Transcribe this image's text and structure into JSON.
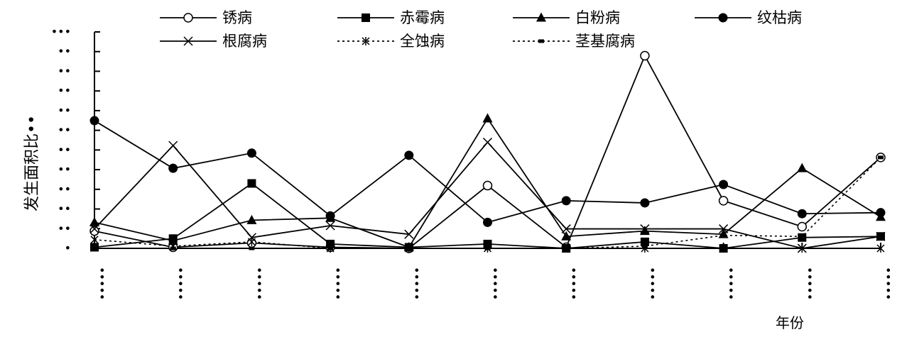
{
  "chart_data": {
    "type": "line",
    "xlabel": "年份",
    "ylabel": "发生面积比••",
    "x": [
      1,
      2,
      3,
      4,
      5,
      6,
      7,
      8,
      9,
      10,
      11
    ],
    "x_tick_labels": [
      "•••••",
      "•••••",
      "•••••",
      "•••••",
      "•••••",
      "•••••",
      "•••••",
      "•••••",
      "•••••",
      "•••••",
      "•••••"
    ],
    "y_tick_labels": [
      "•",
      "••",
      "••",
      "••",
      "••",
      "••",
      "••",
      "••",
      "••",
      "••",
      "••",
      "•••"
    ],
    "ylim": [
      0,
      10
    ],
    "legend_position": "top",
    "series": [
      {
        "name": "锈病",
        "marker": "open-circle",
        "dash": "solid",
        "values": [
          0.8,
          0.05,
          0.25,
          0.05,
          0.0,
          2.9,
          0.05,
          8.9,
          2.2,
          1.0,
          4.2
        ]
      },
      {
        "name": "赤霉病",
        "marker": "filled-square",
        "dash": "solid",
        "values": [
          0.05,
          0.45,
          3.0,
          0.2,
          0.05,
          0.2,
          0.0,
          0.3,
          0.0,
          0.5,
          0.55
        ]
      },
      {
        "name": "白粉病",
        "marker": "filled-triangle",
        "dash": "solid",
        "values": [
          1.2,
          0.35,
          1.3,
          1.4,
          0.05,
          6.0,
          0.55,
          0.8,
          0.65,
          3.7,
          1.45
        ]
      },
      {
        "name": "纹枯病",
        "marker": "filled-circle",
        "dash": "solid",
        "values": [
          5.9,
          3.7,
          4.4,
          1.5,
          4.3,
          1.2,
          2.2,
          2.1,
          2.95,
          1.6,
          1.65
        ]
      },
      {
        "name": "根腐病",
        "marker": "x",
        "dash": "solid",
        "values": [
          0.9,
          4.75,
          0.5,
          1.05,
          0.65,
          4.9,
          0.9,
          0.9,
          0.9,
          0.0,
          0.55
        ]
      },
      {
        "name": "全蚀病",
        "marker": "asterisk",
        "dash": "dotted",
        "values": [
          0.4,
          0.1,
          0.3,
          0.0,
          0.0,
          0.0,
          0.0,
          0.0,
          0.0,
          0.0,
          0.0
        ]
      },
      {
        "name": "茎基腐病",
        "marker": "small-dash",
        "dash": "dotted",
        "values": [
          0.0,
          0.0,
          0.0,
          0.0,
          0.0,
          0.0,
          0.0,
          0.1,
          0.6,
          0.55,
          4.2
        ]
      }
    ]
  }
}
